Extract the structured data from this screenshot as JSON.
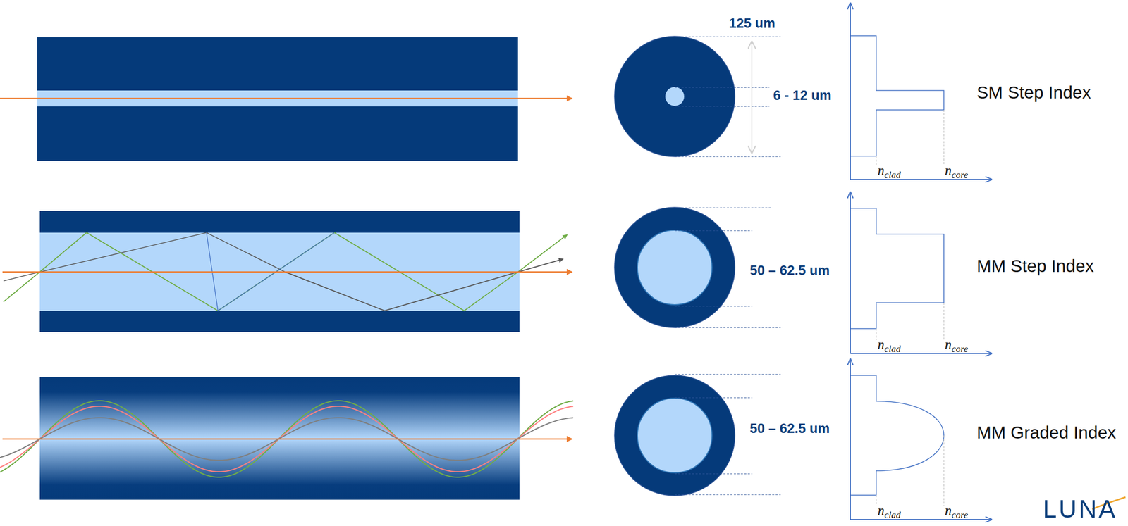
{
  "diagram": {
    "labels": [
      "125 um",
      "6 - 12 um",
      "SM Step Index",
      "nclad",
      "ncore",
      "50 – 62.5 um",
      "MM Step Index",
      "nclad",
      "ncore",
      "50 – 62.5 um",
      "MM Graded Index",
      "nclad",
      "ncore",
      "LUNA"
    ]
  }
}
